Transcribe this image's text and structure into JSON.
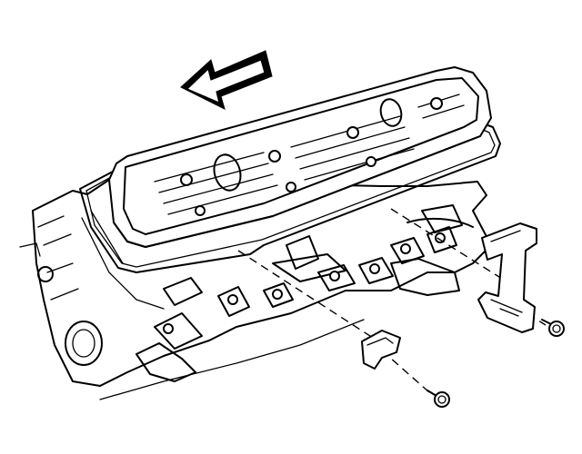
{
  "diagram": {
    "colors": {
      "line": "#000000",
      "background": "#ffffff"
    },
    "parts": [
      "direction-arrow",
      "valve-cover",
      "valve-cover-gasket",
      "cylinder-head",
      "right-bracket",
      "bracket-bolt-right",
      "center-clip",
      "clip-bolt"
    ]
  }
}
